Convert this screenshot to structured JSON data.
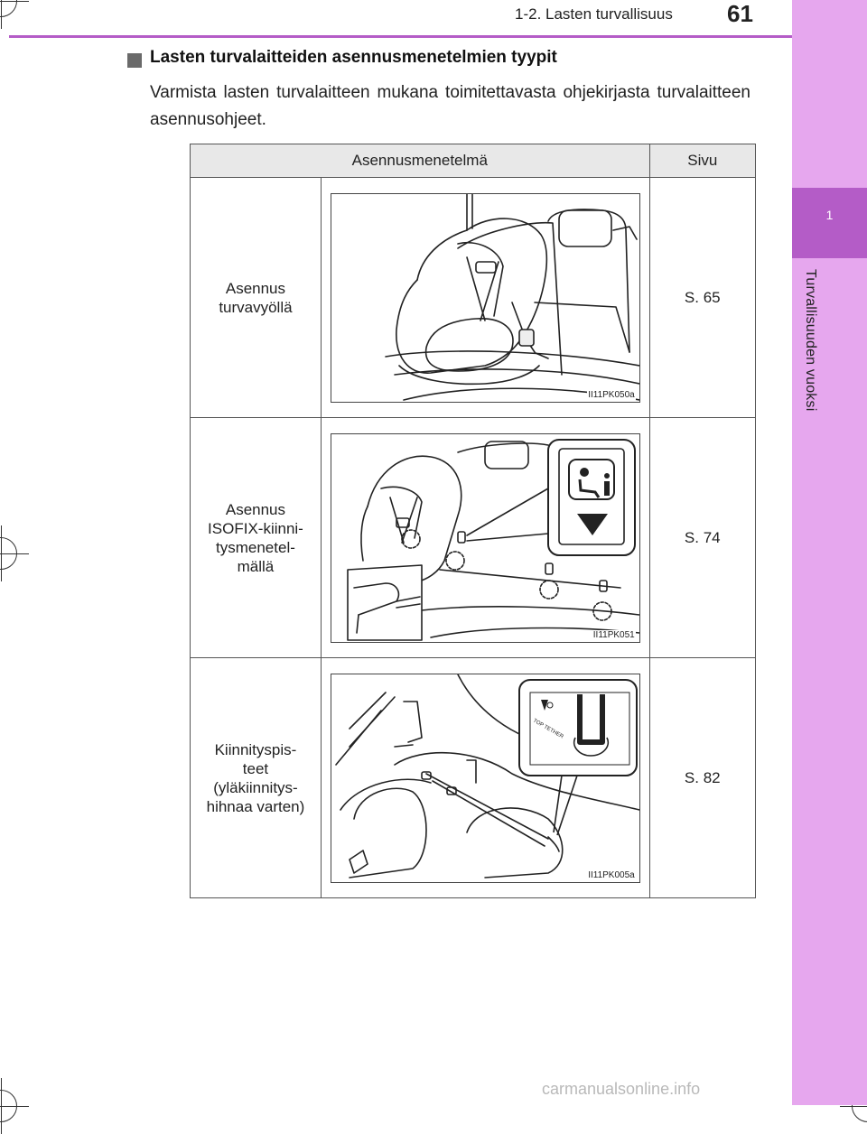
{
  "header": {
    "section": "1-2. Lasten turvallisuus",
    "page_number": "61"
  },
  "side_tab": {
    "chapter_number": "1",
    "chapter_title": "Turvallisuuden vuoksi"
  },
  "section": {
    "heading": "Lasten turvalaitteiden asennusmenetelmien tyypit",
    "paragraph": "Varmista lasten turvalaitteen mukana toimitettavasta ohjekirjasta turvalaitteen asennusohjeet."
  },
  "table": {
    "headers": {
      "method": "Asennusmenetelmä",
      "page": "Sivu"
    },
    "rows": [
      {
        "method": "Asennus\nturvavyöllä",
        "figure_code": "II11PK050a",
        "page": "S. 65"
      },
      {
        "method": "Asennus\nISOFIX-kiinni-\ntysmenetel-\nmällä",
        "figure_code": "II11PK051",
        "page": "S. 74"
      },
      {
        "method": "Kiinnityspis-\nteet\n(yläkiinnitys-\nhihnaa varten)",
        "figure_code": "II11PK005a",
        "page": "S. 82"
      }
    ]
  },
  "figures": {
    "tether_label": "TOP TETHER"
  },
  "footer": {
    "watermark": "carmanualsonline.info"
  },
  "colors": {
    "accent": "#b45cc7",
    "tab_band": "#e6a7ee",
    "table_header_bg": "#e8e8e8"
  }
}
